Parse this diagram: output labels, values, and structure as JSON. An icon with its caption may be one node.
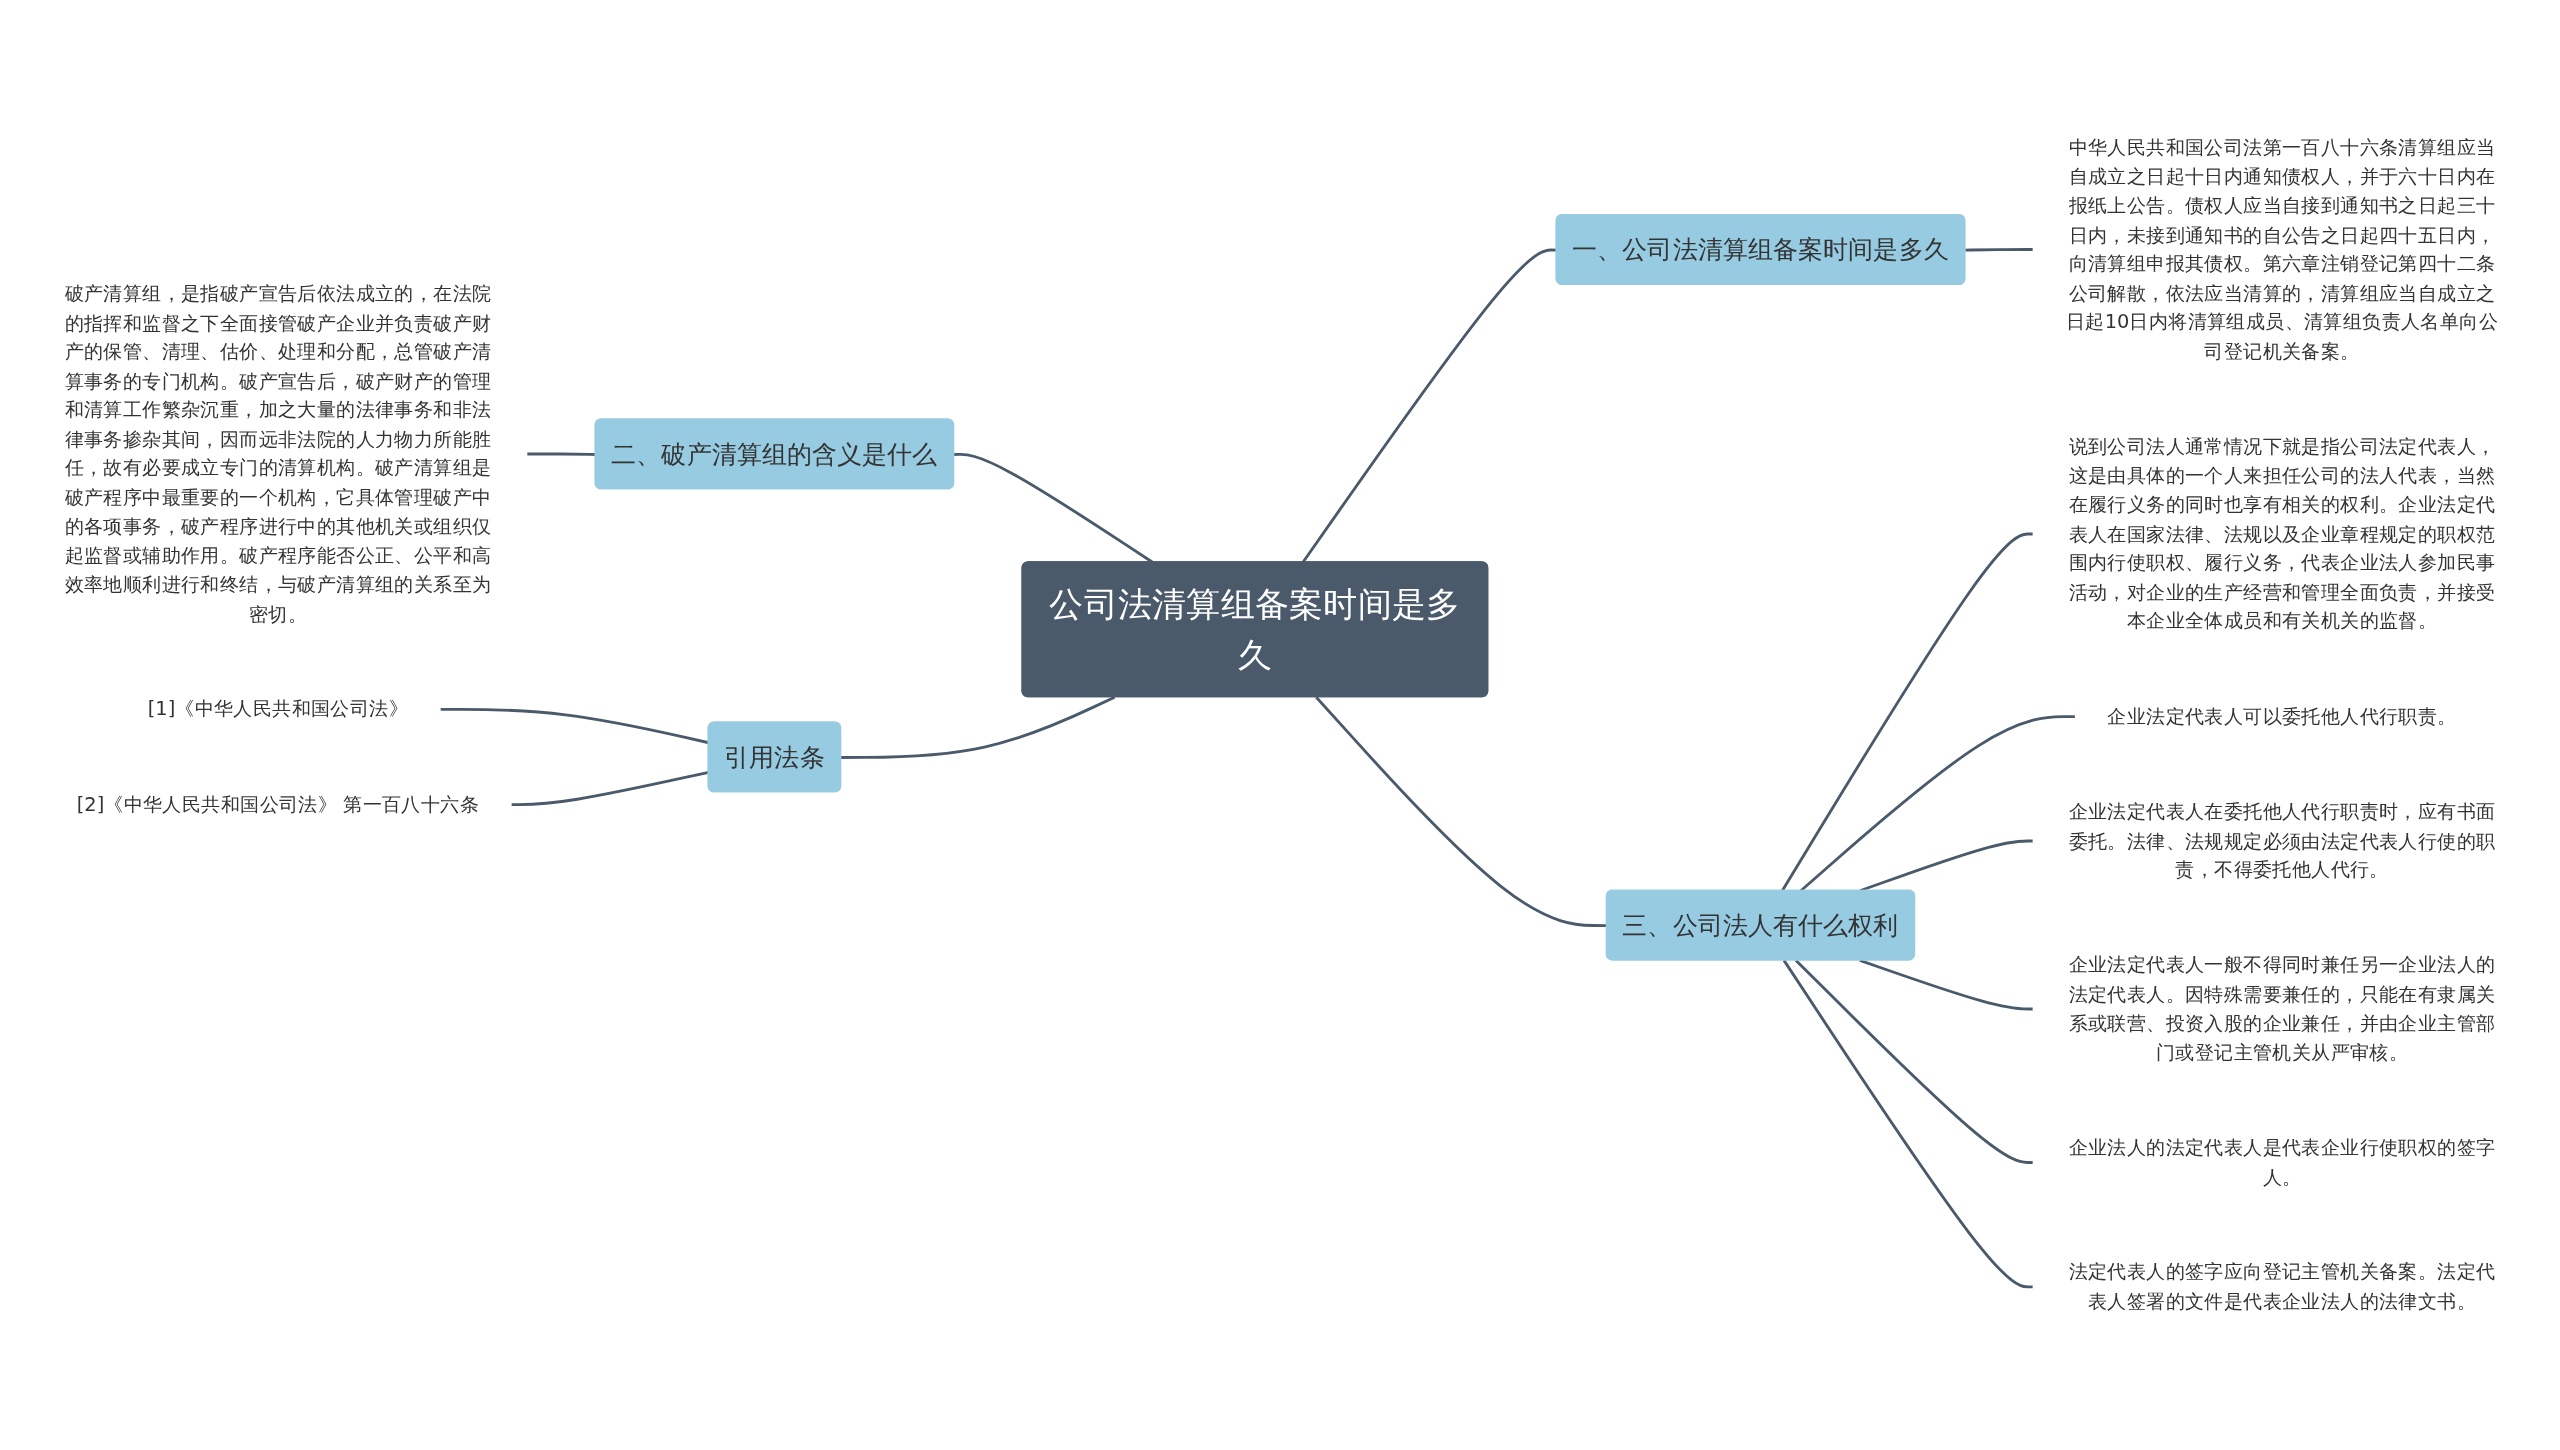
{
  "diagram": {
    "nodes": [
      {
        "text": [
          "公司法清算组备案时间是多久"
        ]
      },
      {
        "text": [
          "二、破产清算组的含义是什么"
        ]
      },
      {
        "text": [
          "破产清算组，是指破产宣告后依法成立的，在法院的指挥和监督之下全面接管破产企业并负责破产财产的保管、清理、估价、处理和分配，总管破产清算事务的专门机构。破产宣告后，破产财产的管理和清算工作繁杂沉重，加之大量的法律事务和非法律事务掺杂其间，因而远非法院的人力物力所能胜任，故有必要成立专门的清算机构。破产清算组是破产程序中最重要的一个机构，它具体管理破产中的各项事务，破产程序进行中的其他机关或组织仅起监督或辅助作用。破产程序能否公正、公平和高效率地顺利进行和终结，与破产清算组的关系至为密切。"
        ]
      },
      {
        "text": [
          "引用法条"
        ]
      },
      {
        "text": [
          "[1]《中华人民共和国公司法》"
        ]
      },
      {
        "text": [
          "[2]《中华人民共和国公司法》 第一百八十六条"
        ]
      },
      {
        "text": [
          "一、公司法清算组备案时间是多久"
        ]
      },
      {
        "text": [
          "中华人民共和国公司法第一百八十六条清算组应当自成立之日起十日内通知债权人，并于六十日内在报纸上公告。债权人应当自接到通知书之日起三十日内，未接到通知书的自公告之日起四十五日内，向清算组申报其债权。第六章注销登记第四十二条公司解散，依法应当清算的，清算组应当自成立之日起10日内将清算组成员、清算组负责人名单向公司登记机关备案。"
        ]
      },
      {
        "text": [
          "三、公司法人有什么权利"
        ]
      },
      {
        "text": [
          "说到公司法人通常情况下就是指公司法定代表人，这是由具体的一个人来担任公司的法人代表，当然在履行义务的同时也享有相关的权利。企业法定代表人在国家法律、法规以及企业章程规定的职权范围内行使职权、履行义务，代表企业法人参加民事活动，对企业的生产经营和管理全面负责，并接受本企业全体成员和有关机关的监督。"
        ]
      },
      {
        "text": [
          "企业法定代表人可以委托他人代行职责。"
        ]
      },
      {
        "text": [
          "企业法定代表人在委托他人代行职责时，应有书面委托。法律、法规规定必须由法定代表人行使的职责，不得委托他人代行。"
        ]
      },
      {
        "text": [
          "企业法定代表人一般不得同时兼任另一企业法人的法定代表人。因特殊需要兼任的，只能在有隶属关系或联营、投资入股的企业兼任，并由企业主管部门或登记主管机关从严审核。"
        ]
      },
      {
        "text": [
          "企业法人的法定代表人是代表企业行使职权的签字人。"
        ]
      },
      {
        "text": [
          "法定代表人的签字应向登记主管机关备案。法定代表人签署的文件是代表企业法人的法律文书。"
        ]
      }
    ],
    "edges": [
      {
        "from": 2,
        "to": 1,
        "arrow": "none"
      },
      {
        "from": 1,
        "to": 0,
        "arrow": "none"
      },
      {
        "from": 4,
        "to": 3,
        "arrow": "none"
      },
      {
        "from": 5,
        "to": 3,
        "arrow": "none"
      },
      {
        "from": 3,
        "to": 0,
        "arrow": "none"
      },
      {
        "from": 0,
        "to": 6,
        "arrow": "none"
      },
      {
        "from": 6,
        "to": 7,
        "arrow": "none"
      },
      {
        "from": 0,
        "to": 8,
        "arrow": "none"
      },
      {
        "from": 8,
        "to": 9,
        "arrow": "none"
      },
      {
        "from": 8,
        "to": 10,
        "arrow": "none"
      },
      {
        "from": 8,
        "to": 11,
        "arrow": "none"
      },
      {
        "from": 8,
        "to": 12,
        "arrow": "none"
      },
      {
        "from": 8,
        "to": 13,
        "arrow": "none"
      },
      {
        "from": 8,
        "to": 14,
        "arrow": "none"
      }
    ]
  }
}
